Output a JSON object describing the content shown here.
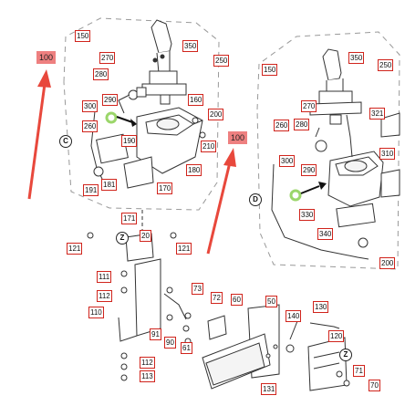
{
  "tags": [
    "100",
    "100"
  ],
  "view_letters": [
    "C",
    "D",
    "Z",
    "Z"
  ],
  "left": {
    "labels": [
      "150",
      "270",
      "280",
      "350",
      "250",
      "300",
      "290",
      "260",
      "190",
      "160",
      "200",
      "210",
      "180",
      "181",
      "191",
      "170",
      "171",
      "20",
      "121",
      "121",
      "111",
      "112",
      "110",
      "73",
      "72",
      "60",
      "91",
      "90",
      "61",
      "112",
      "113"
    ]
  },
  "right": {
    "labels": [
      "150",
      "350",
      "250",
      "270",
      "280",
      "260",
      "321",
      "300",
      "290",
      "310",
      "330",
      "340",
      "200",
      "50",
      "130",
      "140",
      "120",
      "71",
      "70",
      "131"
    ]
  },
  "colors": {
    "label_border": "#d0241c",
    "tag_fill": "#ee8080",
    "arrow": "#e8483c",
    "ring": "#9bd66a"
  }
}
